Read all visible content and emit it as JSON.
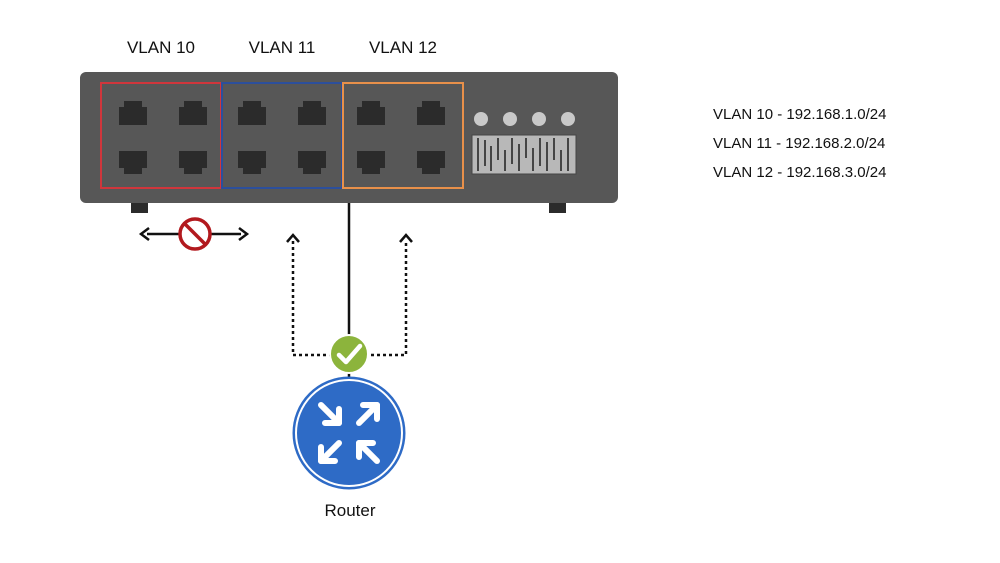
{
  "vlans": [
    {
      "label": "VLAN 10",
      "color": "#d0363c"
    },
    {
      "label": "VLAN 11",
      "color": "#2c4f9c"
    },
    {
      "label": "VLAN 12",
      "color": "#e8904a"
    }
  ],
  "subnets": [
    "VLAN 10 - 192.168.1.0/24",
    "VLAN 11 - 192.168.2.0/24",
    "VLAN 12 - 192.168.3.0/24"
  ],
  "router": {
    "label": "Router",
    "color": "#2e6bc6"
  },
  "switch": {
    "body_color": "#575757",
    "port_color": "#2b2b2b"
  },
  "status": {
    "blocked_color": "#b2191e",
    "allowed_color": "#8cb43c"
  }
}
